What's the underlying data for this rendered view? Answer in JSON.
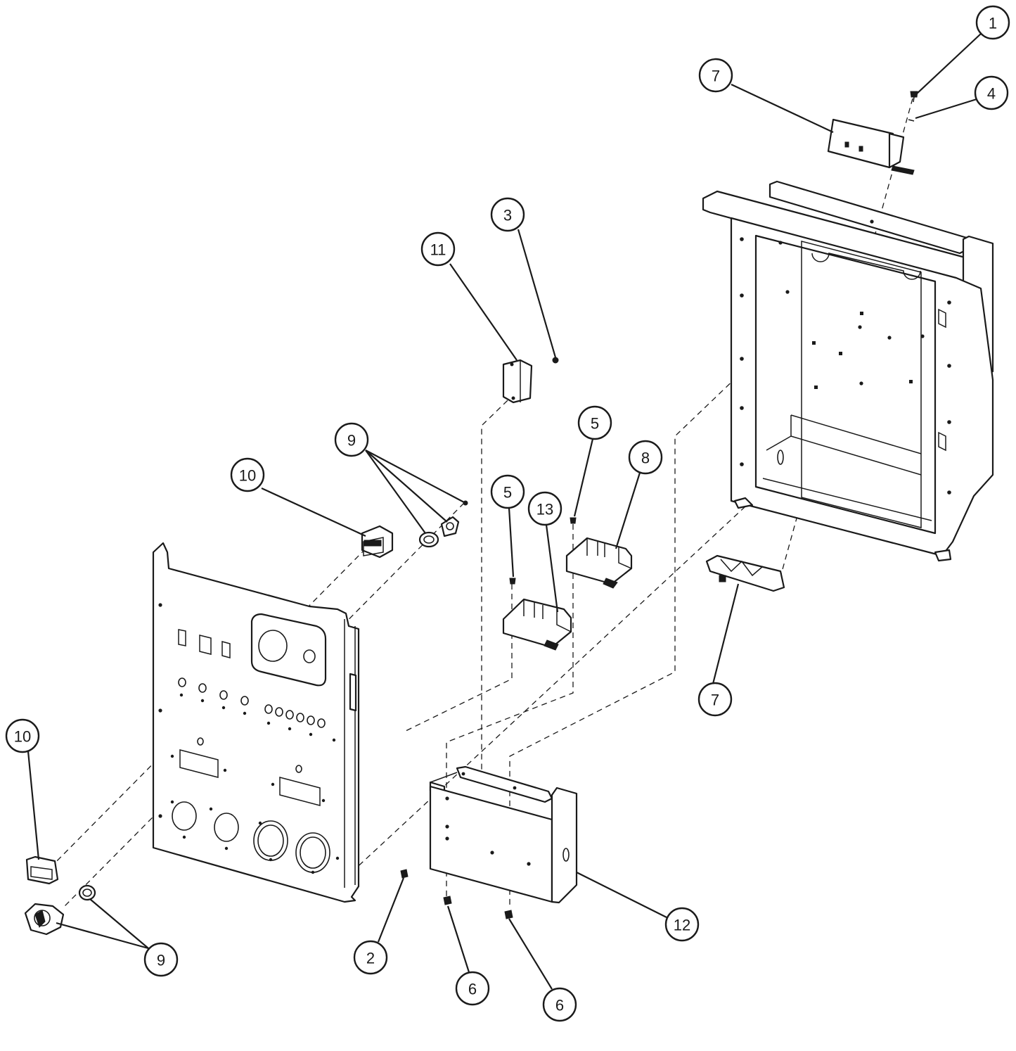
{
  "callouts": [
    {
      "label": "1"
    },
    {
      "label": "7"
    },
    {
      "label": "4"
    },
    {
      "label": "3"
    },
    {
      "label": "11"
    },
    {
      "label": "9"
    },
    {
      "label": "5"
    },
    {
      "label": "8"
    },
    {
      "label": "10"
    },
    {
      "label": "5"
    },
    {
      "label": "13"
    },
    {
      "label": "7"
    },
    {
      "label": "10"
    },
    {
      "label": "9"
    },
    {
      "label": "12"
    },
    {
      "label": "2"
    },
    {
      "label": "6"
    },
    {
      "label": "6"
    }
  ],
  "colors": {
    "line": "#1a1a1a",
    "background": "#ffffff"
  }
}
